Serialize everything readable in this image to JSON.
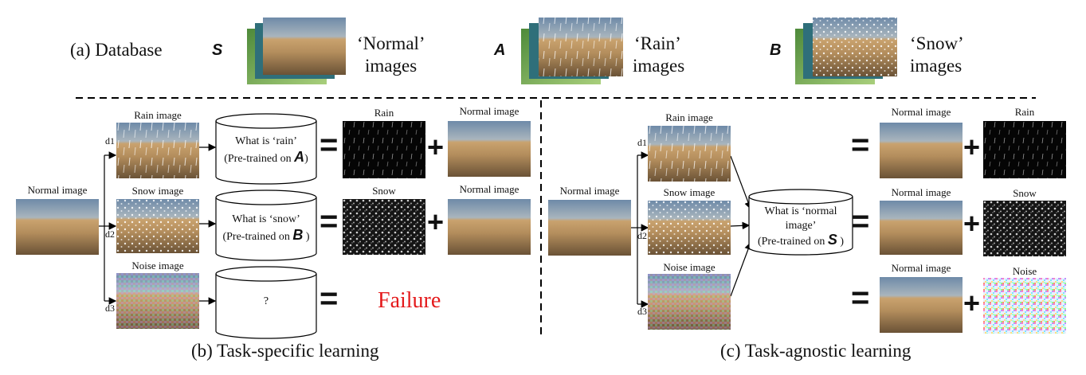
{
  "database": {
    "caption": "(a)  Database",
    "groups": [
      {
        "letter": "S",
        "text1": "‘Normal’",
        "text2": "images"
      },
      {
        "letter": "A",
        "text1": "‘Rain’",
        "text2": "images"
      },
      {
        "letter": "B",
        "text1": "‘Snow’",
        "text2": "images"
      }
    ]
  },
  "panel_b": {
    "caption": "(b)   Task-specific learning",
    "input_label": "Normal image",
    "branches": [
      "d1",
      "d2",
      "d3"
    ],
    "degraded_labels": [
      "Rain image",
      "Snow image",
      "Noise image"
    ],
    "models": [
      {
        "line1": "What is ‘rain’",
        "line2_pre": "(Pre-trained on ",
        "letter": "A",
        "line2_post": ")"
      },
      {
        "line1": "What is ‘snow’",
        "line2_pre": "(Pre-trained on ",
        "letter": "B",
        "line2_post": " )"
      },
      {
        "line1": "?"
      }
    ],
    "residual_labels": [
      "Rain",
      "Snow"
    ],
    "normal_labels": [
      "Normal image",
      "Normal image"
    ],
    "failure": "Failure",
    "equals": "=",
    "plus": "+"
  },
  "panel_c": {
    "caption": "(c)   Task-agnostic learning",
    "input_label": "Normal image",
    "branches": [
      "d1",
      "d2",
      "d3"
    ],
    "degraded_labels": [
      "Rain image",
      "Snow image",
      "Noise image"
    ],
    "model": {
      "line1": "What is ‘normal",
      "line2": "image’",
      "line3_pre": "(Pre-trained on ",
      "letter": "S",
      "line3_post": " )"
    },
    "normal_labels": [
      "Normal image",
      "Normal image",
      "Normal image"
    ],
    "residual_labels": [
      "Rain",
      "Snow",
      "Noise"
    ],
    "equals": "=",
    "plus": "+"
  },
  "colors": {
    "failure": "#e41a1c",
    "sky": "#7a93ad",
    "sand": "#b89565"
  }
}
